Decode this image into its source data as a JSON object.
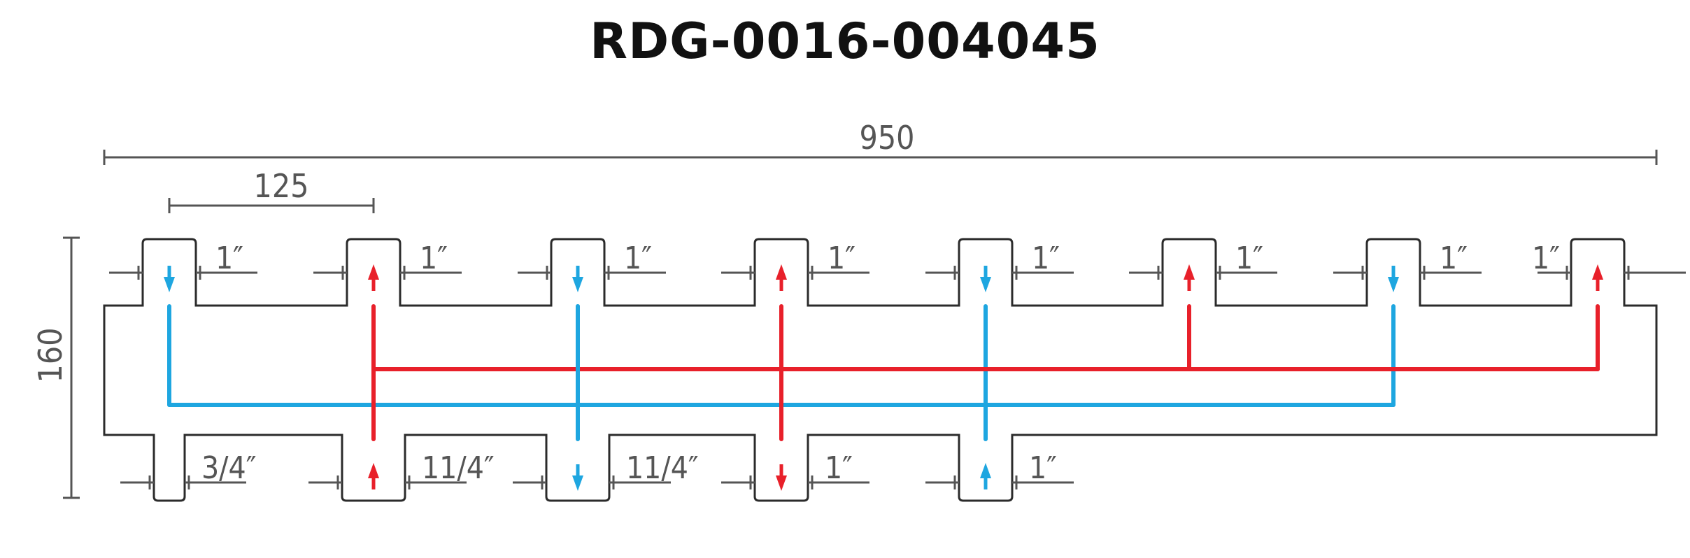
{
  "title": "RDG-0016-004045",
  "dimensions": {
    "overall_width": "950",
    "port_spacing": "125",
    "height": "160"
  },
  "colors": {
    "supply": "#e8202a",
    "return": "#1ea6e0",
    "outline": "#2b2b2b",
    "dimension": "#555555",
    "title": "#111111"
  },
  "top_ports": [
    {
      "size": "1″",
      "flow": "return",
      "direction": "down"
    },
    {
      "size": "1″",
      "flow": "supply",
      "direction": "up"
    },
    {
      "size": "1″",
      "flow": "return",
      "direction": "down"
    },
    {
      "size": "1″",
      "flow": "supply",
      "direction": "up"
    },
    {
      "size": "1″",
      "flow": "return",
      "direction": "down"
    },
    {
      "size": "1″",
      "flow": "supply",
      "direction": "up"
    },
    {
      "size": "1″",
      "flow": "return",
      "direction": "down"
    },
    {
      "size": "1″",
      "flow": "supply",
      "direction": "up"
    }
  ],
  "bottom_ports": [
    {
      "size": "3/4″",
      "flow": null,
      "direction": null
    },
    {
      "size": "11/4″",
      "flow": "supply",
      "direction": "up"
    },
    {
      "size": "11/4″",
      "flow": "return",
      "direction": "down"
    },
    {
      "size": "1″",
      "flow": "supply",
      "direction": "down"
    },
    {
      "size": "1″",
      "flow": "return",
      "direction": "up"
    }
  ]
}
